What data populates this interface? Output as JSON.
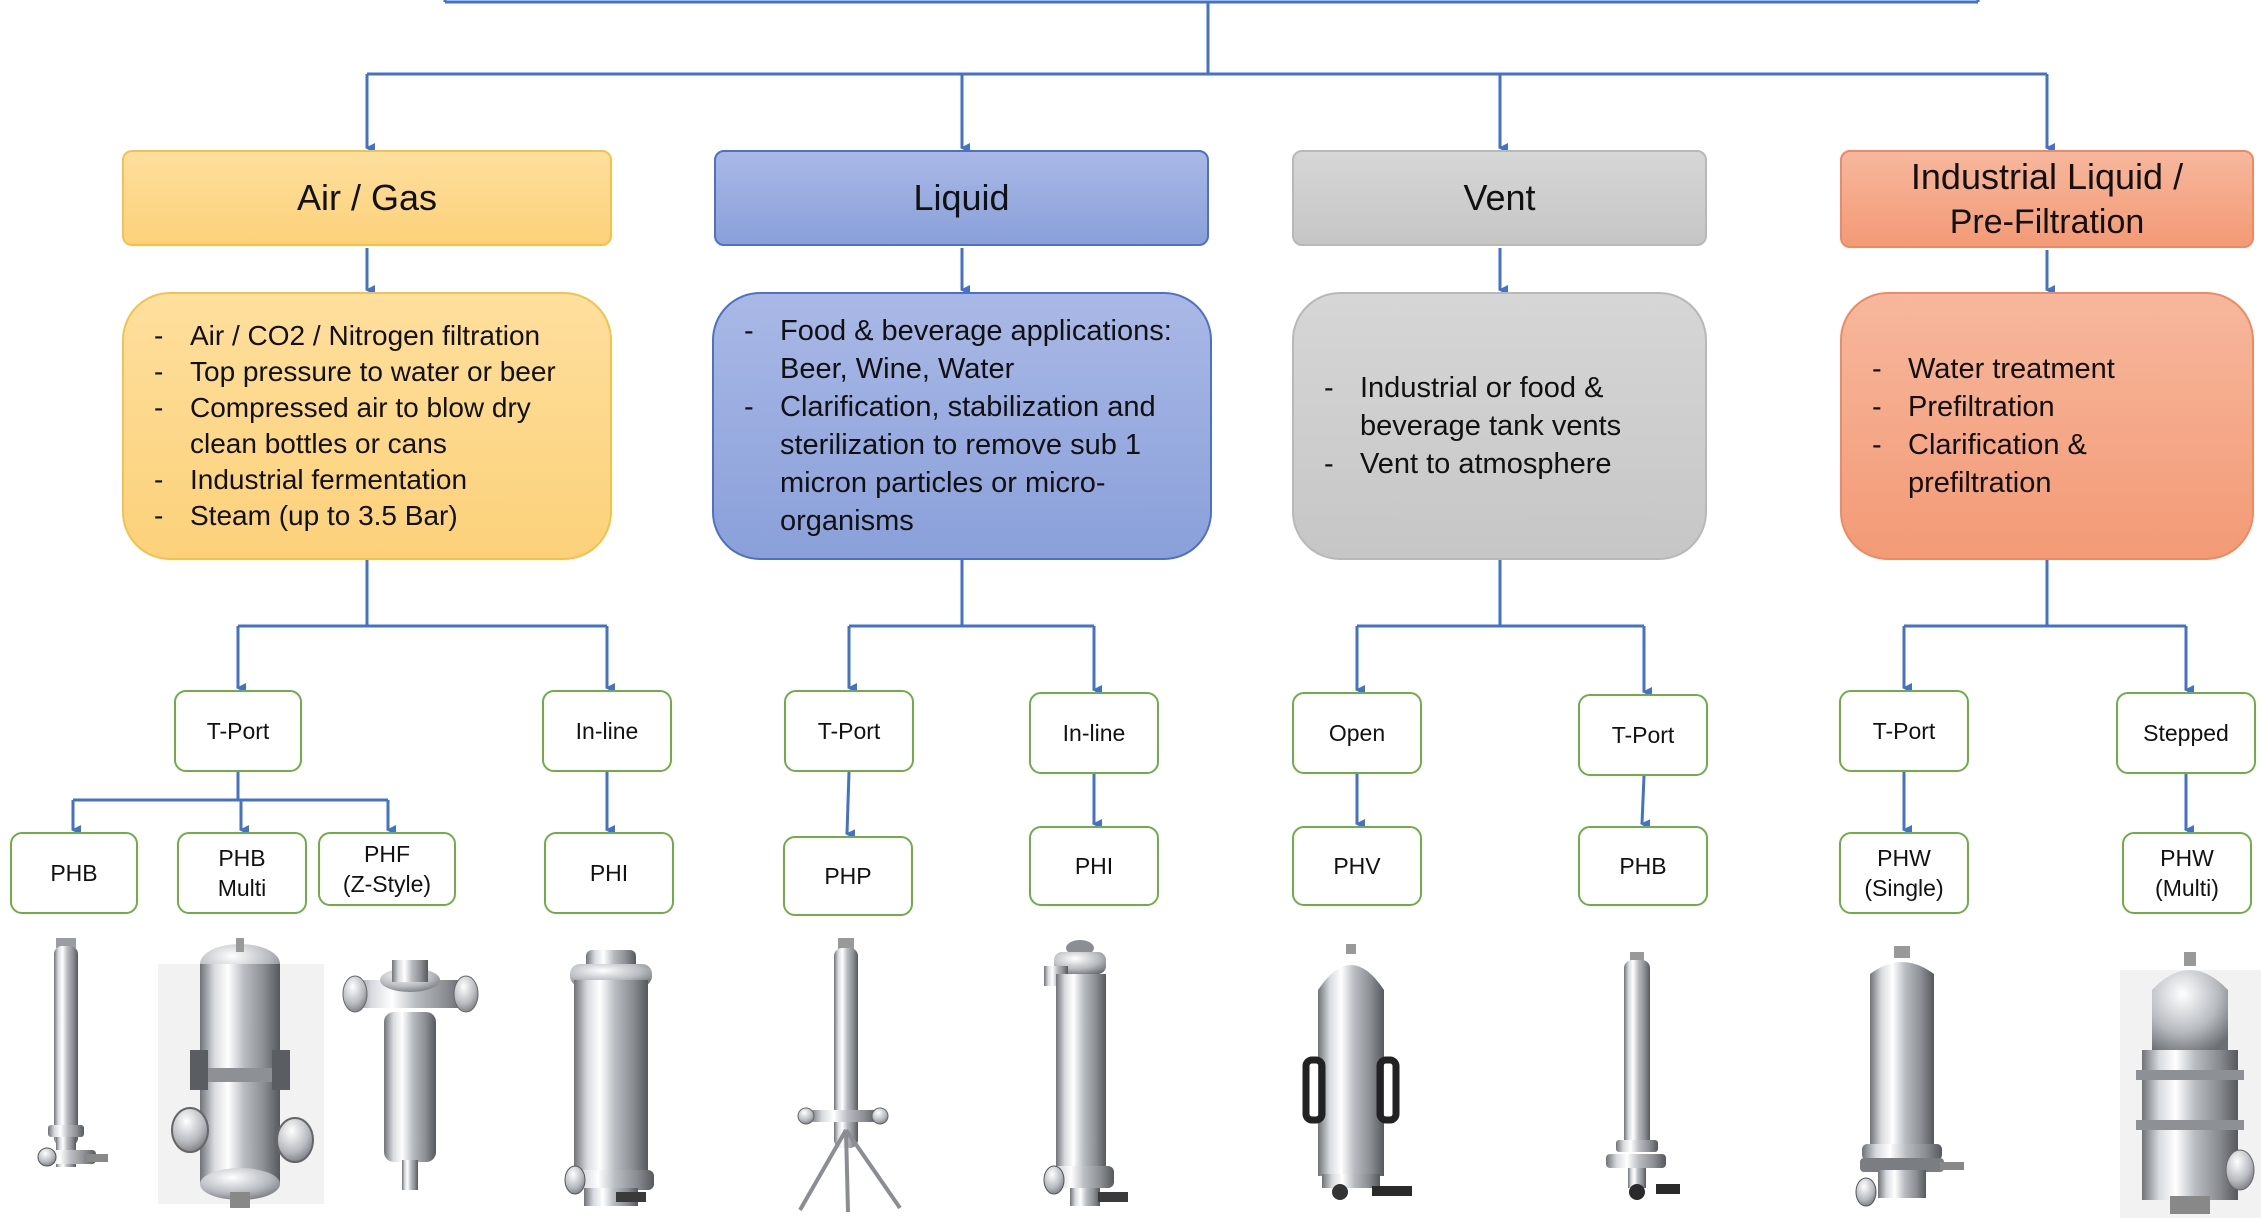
{
  "categories": [
    {
      "id": "air-gas",
      "title": "Air / Gas",
      "bullets": [
        "Air / CO2 / Nitrogen filtration",
        "Top pressure to water or beer",
        "Compressed air to blow dry clean bottles or cans",
        "Industrial  fermentation",
        "Steam (up to 3.5 Bar)"
      ],
      "colors": {
        "fill": "#fdd78a",
        "stroke": "#f2c24b"
      }
    },
    {
      "id": "liquid",
      "title": "Liquid",
      "bullets": [
        "Food & beverage applications: Beer, Wine, Water",
        "Clarification, stabilization and sterilization to remove sub 1 micron particles or micro-organisms"
      ],
      "colors": {
        "fill": "#9daee0",
        "stroke": "#4f70c4"
      }
    },
    {
      "id": "vent",
      "title": "Vent",
      "bullets": [
        "Industrial or food & beverage tank vents",
        "Vent to atmosphere"
      ],
      "colors": {
        "fill": "#cdcdcd",
        "stroke": "#b8b8b8"
      }
    },
    {
      "id": "industrial-liquid",
      "title_line1": "Industrial Liquid /",
      "title_line2": "Pre-Filtration",
      "bullets": [
        "Water treatment",
        "Prefiltration",
        "Clarification & prefiltration"
      ],
      "colors": {
        "fill": "#f5a98b",
        "stroke": "#ee8a63"
      }
    }
  ],
  "types": {
    "air_tport": "T-Port",
    "air_inline": "In-line",
    "liq_tport": "T-Port",
    "liq_inline": "In-line",
    "vent_open": "Open",
    "vent_tport": "T-Port",
    "ind_tport": "T-Port",
    "ind_stepped": "Stepped"
  },
  "models": {
    "phb": "PHB",
    "phb_multi_1": "PHB",
    "phb_multi_2": "Multi",
    "phf_1": "PHF",
    "phf_2": "(Z-Style)",
    "phi_air": "PHI",
    "php": "PHP",
    "phi_liq": "PHI",
    "phv": "PHV",
    "phb_vent": "PHB",
    "phw_single_1": "PHW",
    "phw_single_2": "(Single)",
    "phw_multi_1": "PHW",
    "phw_multi_2": "(Multi)"
  },
  "icons": {
    "housing_tall": "filter-housing-icon",
    "housing_multi": "multi-filter-housing-icon",
    "housing_z": "z-style-filter-housing-icon",
    "housing_tripod": "tripod-filter-housing-icon"
  },
  "colors": {
    "connector": "#4472c4",
    "node_border": "#70ad47"
  }
}
